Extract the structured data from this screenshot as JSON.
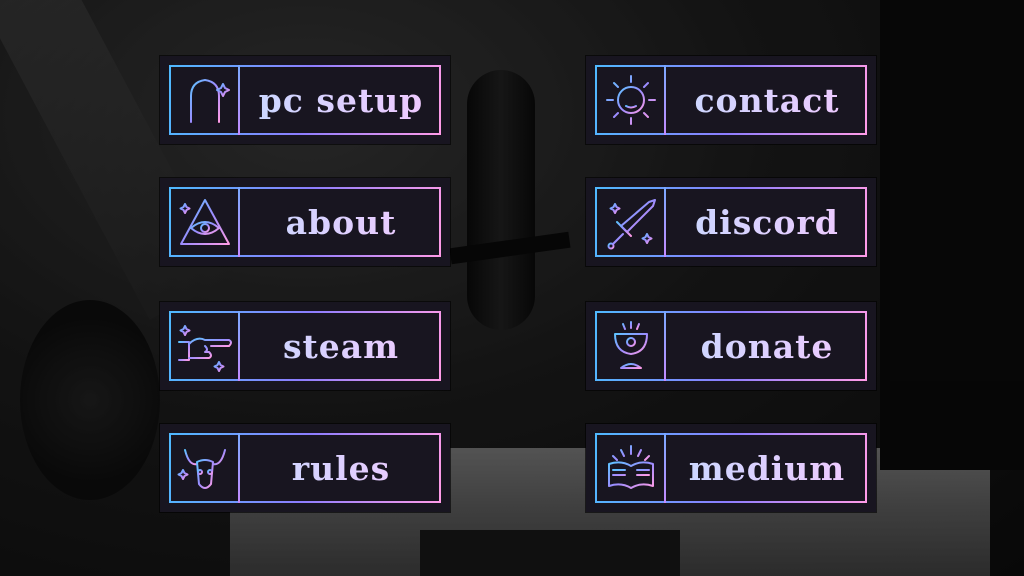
{
  "panels": [
    {
      "label": "pc setup",
      "icon": "knight-helmet-icon"
    },
    {
      "label": "about",
      "icon": "eye-triangle-icon"
    },
    {
      "label": "steam",
      "icon": "pointing-hand-icon"
    },
    {
      "label": "rules",
      "icon": "goat-skull-icon"
    },
    {
      "label": "contact",
      "icon": "sun-face-icon"
    },
    {
      "label": "discord",
      "icon": "sword-icon"
    },
    {
      "label": "donate",
      "icon": "chalice-icon"
    },
    {
      "label": "medium",
      "icon": "open-book-icon"
    }
  ],
  "colors": {
    "gradient_start": "#4fb9ff",
    "gradient_mid": "#8c7dff",
    "gradient_end": "#ff9be8",
    "panel_bg": "#181520"
  }
}
